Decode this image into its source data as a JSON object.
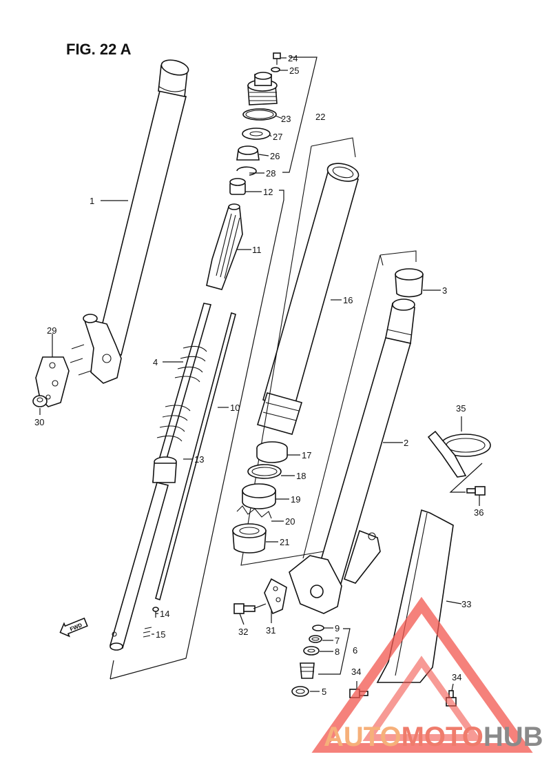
{
  "figure": {
    "title": "FIG. 22 A"
  },
  "callouts": [
    {
      "id": "1",
      "text": "1"
    },
    {
      "id": "2",
      "text": "2"
    },
    {
      "id": "3",
      "text": "3"
    },
    {
      "id": "4",
      "text": "4"
    },
    {
      "id": "5",
      "text": "5"
    },
    {
      "id": "6",
      "text": "6"
    },
    {
      "id": "7",
      "text": "7"
    },
    {
      "id": "8",
      "text": "8"
    },
    {
      "id": "9",
      "text": "9"
    },
    {
      "id": "10",
      "text": "10"
    },
    {
      "id": "11",
      "text": "11"
    },
    {
      "id": "12",
      "text": "12"
    },
    {
      "id": "13",
      "text": "13"
    },
    {
      "id": "14",
      "text": "14"
    },
    {
      "id": "15",
      "text": "15"
    },
    {
      "id": "16",
      "text": "16"
    },
    {
      "id": "17",
      "text": "17"
    },
    {
      "id": "18",
      "text": "18"
    },
    {
      "id": "19",
      "text": "19"
    },
    {
      "id": "20",
      "text": "20"
    },
    {
      "id": "21",
      "text": "21"
    },
    {
      "id": "22",
      "text": "22"
    },
    {
      "id": "23",
      "text": "23"
    },
    {
      "id": "24",
      "text": "24"
    },
    {
      "id": "25",
      "text": "25"
    },
    {
      "id": "26",
      "text": "26"
    },
    {
      "id": "27",
      "text": "27"
    },
    {
      "id": "28",
      "text": "28"
    },
    {
      "id": "29",
      "text": "29"
    },
    {
      "id": "30",
      "text": "30"
    },
    {
      "id": "31",
      "text": "31"
    },
    {
      "id": "32",
      "text": "32"
    },
    {
      "id": "33",
      "text": "33"
    },
    {
      "id": "34a",
      "text": "34"
    },
    {
      "id": "34b",
      "text": "34"
    },
    {
      "id": "35",
      "text": "35"
    },
    {
      "id": "36",
      "text": "36"
    }
  ],
  "direction_marker": {
    "text": "FWD"
  },
  "watermark": {
    "parts": [
      "AUTO",
      "MOTO",
      "HUB"
    ],
    "colors": {
      "auto": "#f6b07a",
      "moto": "#ef7c6c",
      "hub": "#8a8a8a",
      "triangle": "#f2574f"
    }
  }
}
